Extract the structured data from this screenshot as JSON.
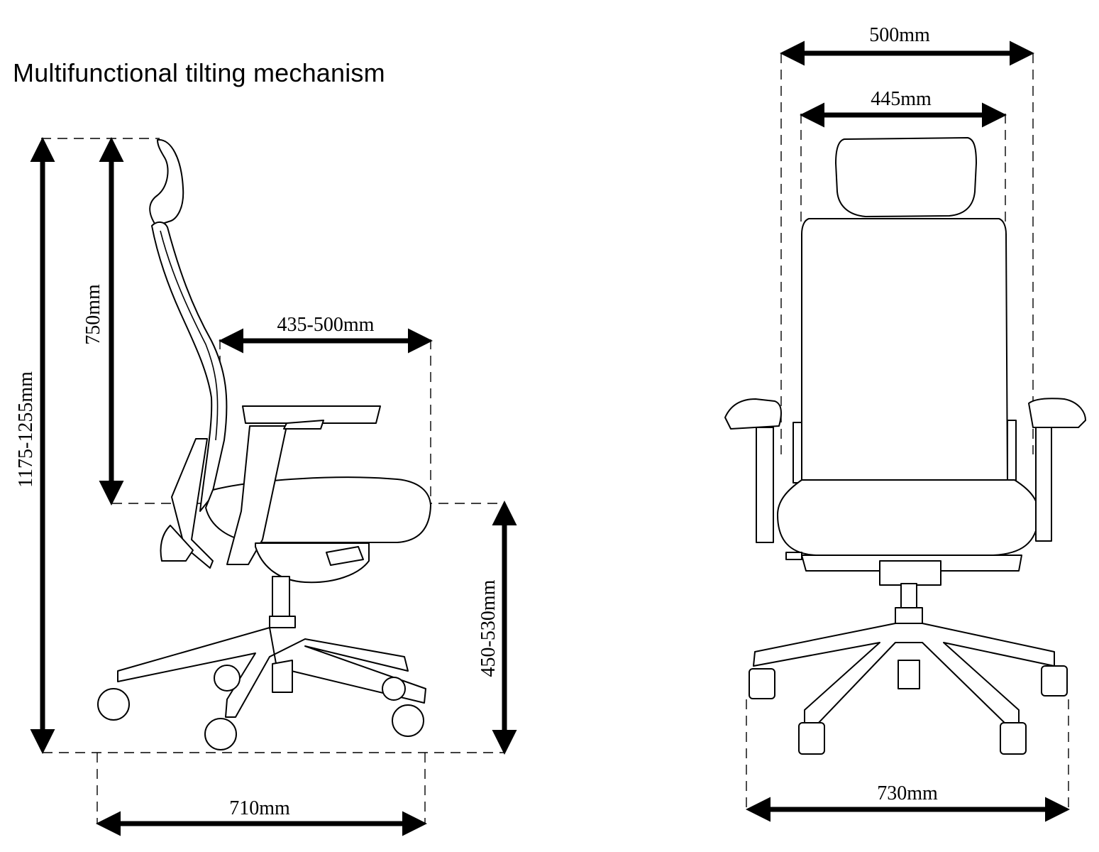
{
  "title": "Multifunctional tilting mechanism",
  "dimensions": {
    "total_height": "1175-1255mm",
    "backrest_height": "750mm",
    "seat_depth": "435-500mm",
    "seat_height": "450-530mm",
    "side_depth": "710mm",
    "overall_width_top": "500mm",
    "backrest_width": "445mm",
    "base_width": "730mm"
  },
  "icons": [
    "chair-side-view-icon",
    "chair-front-view-icon"
  ]
}
